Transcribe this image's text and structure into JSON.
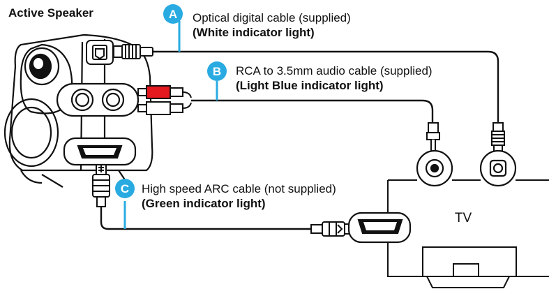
{
  "title": "Active Speaker",
  "tv_label": "TV",
  "accent_color": "#29abe2",
  "connections": [
    {
      "badge": "A",
      "name": "Optical digital cable (supplied)",
      "indicator": "(White indicator light)"
    },
    {
      "badge": "B",
      "name": "RCA to 3.5mm audio cable (supplied)",
      "indicator": "(Light Blue indicator light)"
    },
    {
      "badge": "C",
      "name": "High speed ARC cable (not supplied)",
      "indicator": "(Green indicator light)"
    }
  ]
}
